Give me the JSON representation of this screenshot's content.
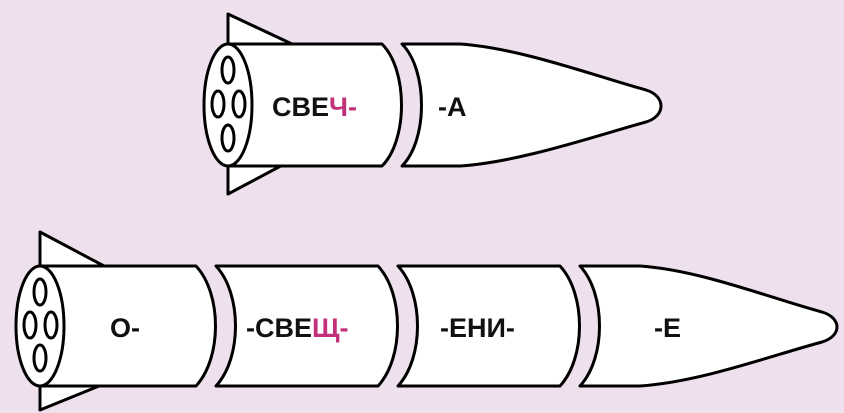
{
  "colors": {
    "background": "#efe0ed",
    "highlight": "#c2307a",
    "text": "#111111"
  },
  "rocket1": {
    "parts": [
      {
        "plain": "СВЕ",
        "highlight": "Ч-",
        "icon": "engine-section"
      },
      {
        "plain": "-А",
        "highlight": "",
        "icon": "nose-cone"
      }
    ]
  },
  "rocket2": {
    "parts": [
      {
        "plain": "О-",
        "highlight": "",
        "icon": "engine-section"
      },
      {
        "plain": "-СВЕ",
        "highlight": "Щ-",
        "icon": "body-section"
      },
      {
        "plain": "-ЕНИ-",
        "highlight": "",
        "icon": "body-section"
      },
      {
        "plain": "-Е",
        "highlight": "",
        "icon": "nose-cone"
      }
    ]
  }
}
